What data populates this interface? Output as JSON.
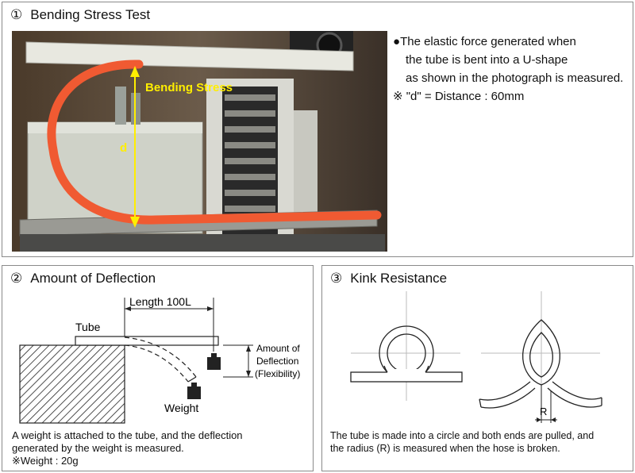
{
  "panel1": {
    "number": "①",
    "title": "Bending Stress Test",
    "photo_label_stress": "Bending Stress",
    "photo_label_d": "d",
    "desc_line1": "The elastic force generated when",
    "desc_line2": "the tube is bent into a U-shape",
    "desc_line3": "as shown in the photograph is measured.",
    "desc_line4": "※ \"d\" = Distance : 60mm",
    "bullet": "●"
  },
  "panel2": {
    "number": "②",
    "title": "Amount of Deflection",
    "length_label": "Length 100L",
    "tube_label": "Tube",
    "weight_label": "Weight",
    "deflection_line1": "Amount of",
    "deflection_line2": "Deflection",
    "deflection_line3": "(Flexibility)",
    "caption_line1": "A weight is attached to the tube, and the deflection",
    "caption_line2": "generated by the weight is measured.",
    "caption_line3": "※Weight : 20g"
  },
  "panel3": {
    "number": "③",
    "title": "Kink Resistance",
    "radius_label": "R",
    "caption_line1": "The tube is made into a circle and both ends are pulled, and",
    "caption_line2": "the radius (R) is measured when the hose is broken."
  },
  "colors": {
    "tube_orange": "#f05a32",
    "label_yellow": "#ffee00",
    "panel_border": "#8a8a8a"
  }
}
